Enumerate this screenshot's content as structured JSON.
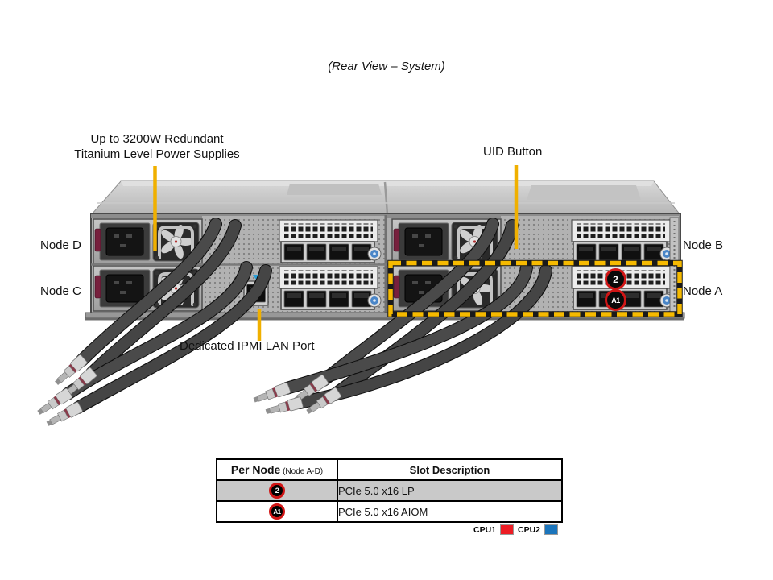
{
  "title": "(Rear View – System)",
  "callouts": {
    "psu_line1": "Up to 3200W Redundant",
    "psu_line2": "Titanium Level Power Supplies",
    "uid": "UID Button",
    "ipmi": "Dedicated IPMI LAN Port"
  },
  "nodes": {
    "top_left": "Node D",
    "bottom_left": "Node C",
    "top_right": "Node B",
    "bottom_right": "Node A"
  },
  "chassis_badges": {
    "lp": "2",
    "aiom": "A1"
  },
  "table": {
    "header_col1_main": "Per Node",
    "header_col1_sub": " (Node A-D)",
    "header_col2": "Slot Description",
    "rows": [
      {
        "badge": "2",
        "description": "PCIe 5.0 x16 LP"
      },
      {
        "badge": "A1",
        "description": "PCIe 5.0 x16 AIOM"
      }
    ]
  },
  "legend": {
    "cpu1": {
      "label": "CPU1",
      "color": "#ed1c24"
    },
    "cpu2": {
      "label": "CPU2",
      "color": "#1b75bc"
    }
  },
  "colors": {
    "callout": "#f0b000",
    "highlight_dash": "#f6ba00",
    "badge_ring": "#d01616",
    "table_row_alt": "#c9c9c9"
  }
}
